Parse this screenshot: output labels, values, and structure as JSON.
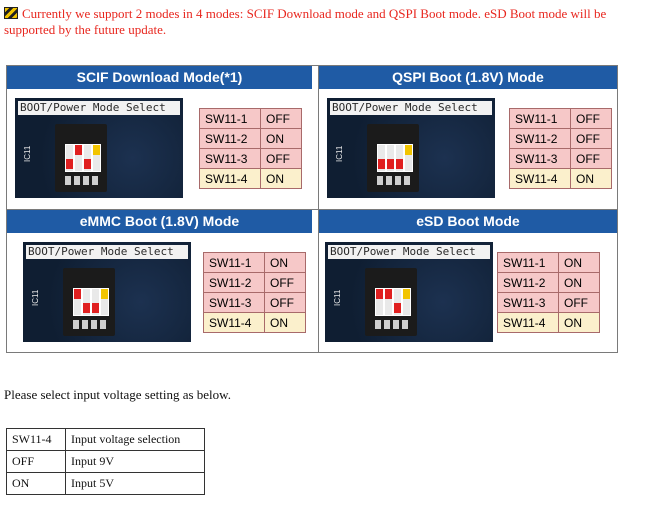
{
  "notice": {
    "icon": "warning-icon",
    "text": "Currently we support 2 modes in 4 modes: SCIF Download mode and QSPI Boot mode. eSD Boot mode will be supported by the future update."
  },
  "colors": {
    "header_bg": "#1f5ba5",
    "off_row_bg": "#f6c8c8",
    "on_row_bg": "#fbf0cc",
    "notice_text": "#e8271f"
  },
  "modes": [
    {
      "title": "SCIF Download Mode(*1)",
      "board_label": "BOOT/Power Mode Select",
      "board_ic": "IC11",
      "switches": [
        {
          "name": "SW11-1",
          "state": "OFF"
        },
        {
          "name": "SW11-2",
          "state": "ON"
        },
        {
          "name": "SW11-3",
          "state": "OFF"
        },
        {
          "name": "SW11-4",
          "state": "ON"
        }
      ]
    },
    {
      "title": "QSPI Boot (1.8V) Mode",
      "board_label": "BOOT/Power Mode Select",
      "board_ic": "IC11",
      "switches": [
        {
          "name": "SW11-1",
          "state": "OFF"
        },
        {
          "name": "SW11-2",
          "state": "OFF"
        },
        {
          "name": "SW11-3",
          "state": "OFF"
        },
        {
          "name": "SW11-4",
          "state": "ON"
        }
      ]
    },
    {
      "title": "eMMC Boot (1.8V) Mode",
      "board_label": "BOOT/Power Mode Select",
      "board_ic": "IC11",
      "switches": [
        {
          "name": "SW11-1",
          "state": "ON"
        },
        {
          "name": "SW11-2",
          "state": "OFF"
        },
        {
          "name": "SW11-3",
          "state": "OFF"
        },
        {
          "name": "SW11-4",
          "state": "ON"
        }
      ]
    },
    {
      "title": "eSD Boot Mode",
      "board_label": "BOOT/Power Mode Select",
      "board_ic": "IC11",
      "switches": [
        {
          "name": "SW11-1",
          "state": "ON"
        },
        {
          "name": "SW11-2",
          "state": "ON"
        },
        {
          "name": "SW11-3",
          "state": "OFF"
        },
        {
          "name": "SW11-4",
          "state": "ON"
        }
      ]
    }
  ],
  "voltage_note": "Please select input voltage setting as below.",
  "voltage_table": {
    "header": [
      "SW11-4",
      "Input voltage selection"
    ],
    "rows": [
      [
        "OFF",
        "Input 9V"
      ],
      [
        "ON",
        "Input 5V"
      ]
    ]
  }
}
